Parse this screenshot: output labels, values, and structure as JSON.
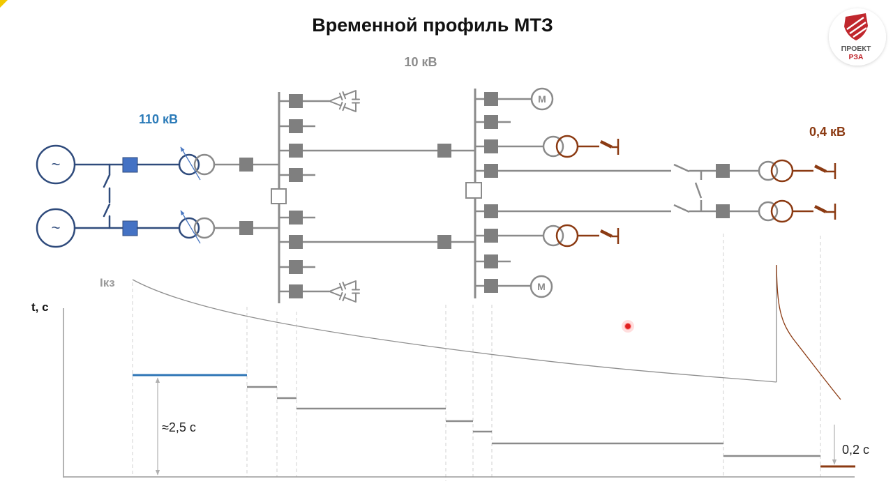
{
  "title": "Временной профиль МТЗ",
  "logo": {
    "icon": "shield-icon",
    "line1": "ПРОЕКТ",
    "line2": "РЗА"
  },
  "labels": {
    "hv": "110 кВ",
    "mv": "10 кВ",
    "lv": "0,4 кВ",
    "fault_current": "Iкз",
    "time_axis": "t, с",
    "upstream_delay": "≈2,5 с",
    "downstream_delay": "0,2 с"
  },
  "generators": [
    {
      "symbol": "~"
    },
    {
      "symbol": "~"
    }
  ],
  "motors": [
    {
      "symbol": "М"
    },
    {
      "symbol": "М"
    }
  ],
  "colors": {
    "hv_line": "#2F4B7C",
    "hv_breaker": "#4472C4",
    "hv_label": "#2A7AB8",
    "hv_step": "#2E75B6",
    "mv_line": "#8A8A8A",
    "mv_breaker": "#7F7F7F",
    "mv_label": "#8C8C8C",
    "lv_line": "#8B3A12",
    "logo_red": "#C0272D"
  }
}
